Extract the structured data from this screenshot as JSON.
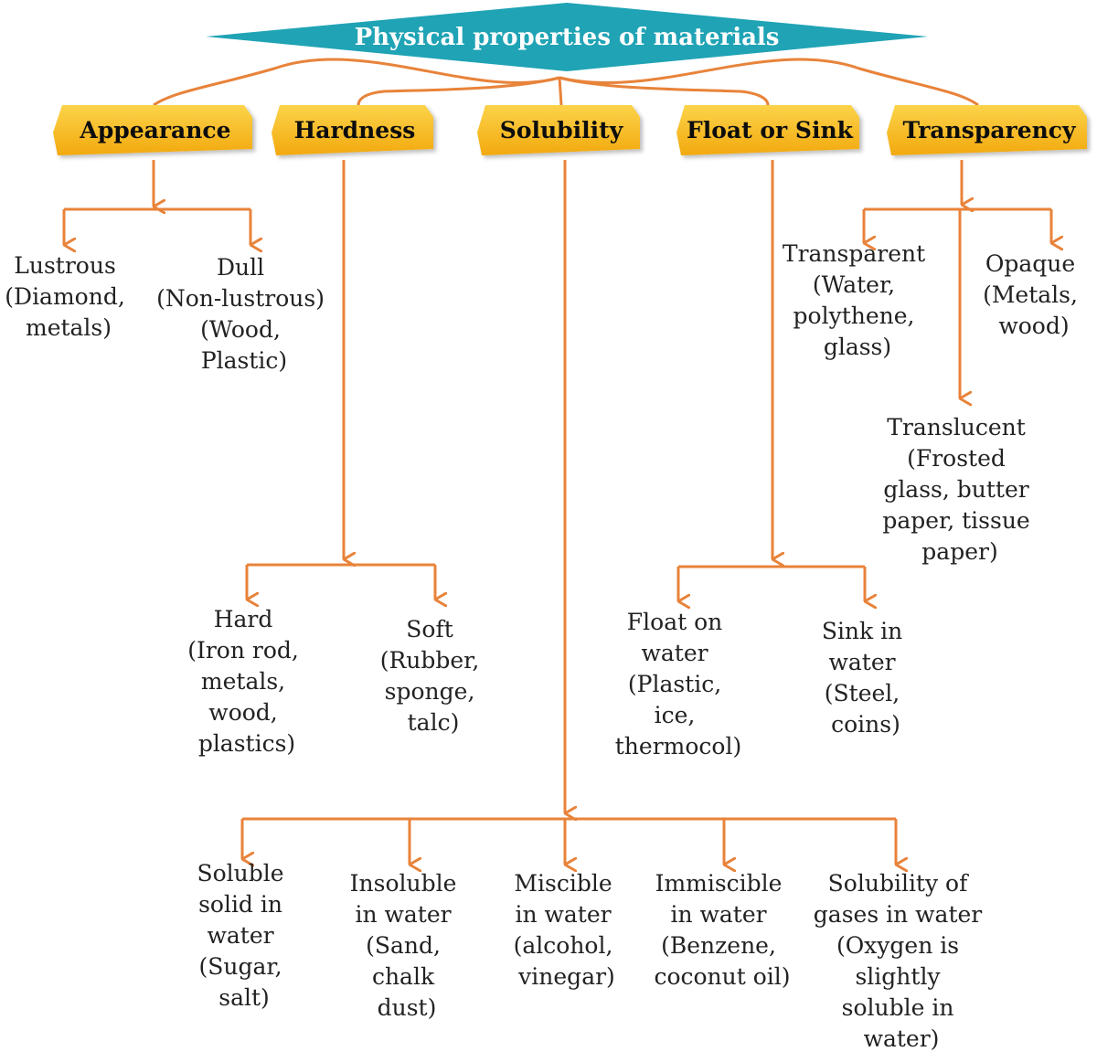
{
  "title": "Physical properties of materials",
  "colors": {
    "title_bg": "#1FA3B5",
    "category_bg": "#F7B91E",
    "connector": "#E8833A",
    "text": "#222222"
  },
  "categories": [
    {
      "id": "appearance",
      "label": "Appearance"
    },
    {
      "id": "hardness",
      "label": "Hardness"
    },
    {
      "id": "solubility",
      "label": "Solubility"
    },
    {
      "id": "float",
      "label": "Float or Sink"
    },
    {
      "id": "transparency",
      "label": "Transparency"
    }
  ],
  "leaves": {
    "lustrous": [
      "Lustrous",
      "(Diamond,",
      "metals)"
    ],
    "dull": [
      "Dull",
      "(Non-lustrous)",
      "(Wood,",
      "Plastic)"
    ],
    "hard": [
      "Hard",
      "(Iron rod,",
      "metals,",
      "wood,",
      "plastics)"
    ],
    "soft": [
      "Soft",
      "(Rubber,",
      "sponge,",
      "talc)"
    ],
    "float_on_water": [
      "Float on",
      "water",
      "(Plastic,",
      "ice,",
      "thermocol)"
    ],
    "sink_in_water": [
      "Sink in",
      "water",
      "(Steel,",
      "coins)"
    ],
    "transparent": [
      "Transparent",
      "(Water,",
      "polythene,",
      "glass)"
    ],
    "opaque": [
      "Opaque",
      "(Metals,",
      "wood)"
    ],
    "translucent": [
      "Translucent",
      "(Frosted",
      "glass, butter",
      "paper, tissue",
      "paper)"
    ],
    "soluble_solid": [
      "Soluble",
      "solid in",
      "water",
      "(Sugar,",
      "salt)"
    ],
    "insoluble": [
      "Insoluble",
      "in water",
      "(Sand,",
      "chalk",
      "dust)"
    ],
    "miscible": [
      "Miscible",
      "in water",
      "(alcohol,",
      "vinegar)"
    ],
    "immiscible": [
      "Immiscible",
      "in water",
      "(Benzene,",
      "coconut oil)"
    ],
    "gases": [
      "Solubility of",
      "gases in water",
      "(Oxygen is",
      "slightly",
      "soluble in",
      "water)"
    ]
  }
}
